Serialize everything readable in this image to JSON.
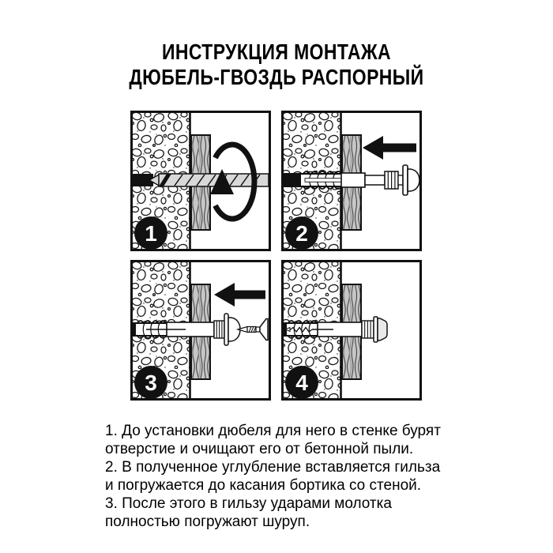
{
  "title": {
    "line1": "ИНСТРУКЦИЯ МОНТАЖА",
    "line2": "ДЮБЕЛЬ-ГВОЗДЬ РАСПОРНЫЙ"
  },
  "steps": [
    {
      "num": "1",
      "icon": "rotation-arrow-icon"
    },
    {
      "num": "2",
      "icon": "insert-arrow-icon"
    },
    {
      "num": "3",
      "icon": "insert-arrow-icon"
    },
    {
      "num": "4",
      "icon": "none"
    }
  ],
  "instructions": [
    "1. До установки дюбеля для него в стенке бурят\nотверстие и очищают его от бетонной пыли.",
    "2. В полученное углубление вставляется гильза\nи погружается до касания бортика со стеной.",
    "3. После этого в гильзу ударами молотка\nполностью погружают шуруп."
  ],
  "colors": {
    "ink": "#111111",
    "paper": "#ffffff",
    "metal": "#d8d8d8",
    "wood": "#c6c6c6"
  }
}
